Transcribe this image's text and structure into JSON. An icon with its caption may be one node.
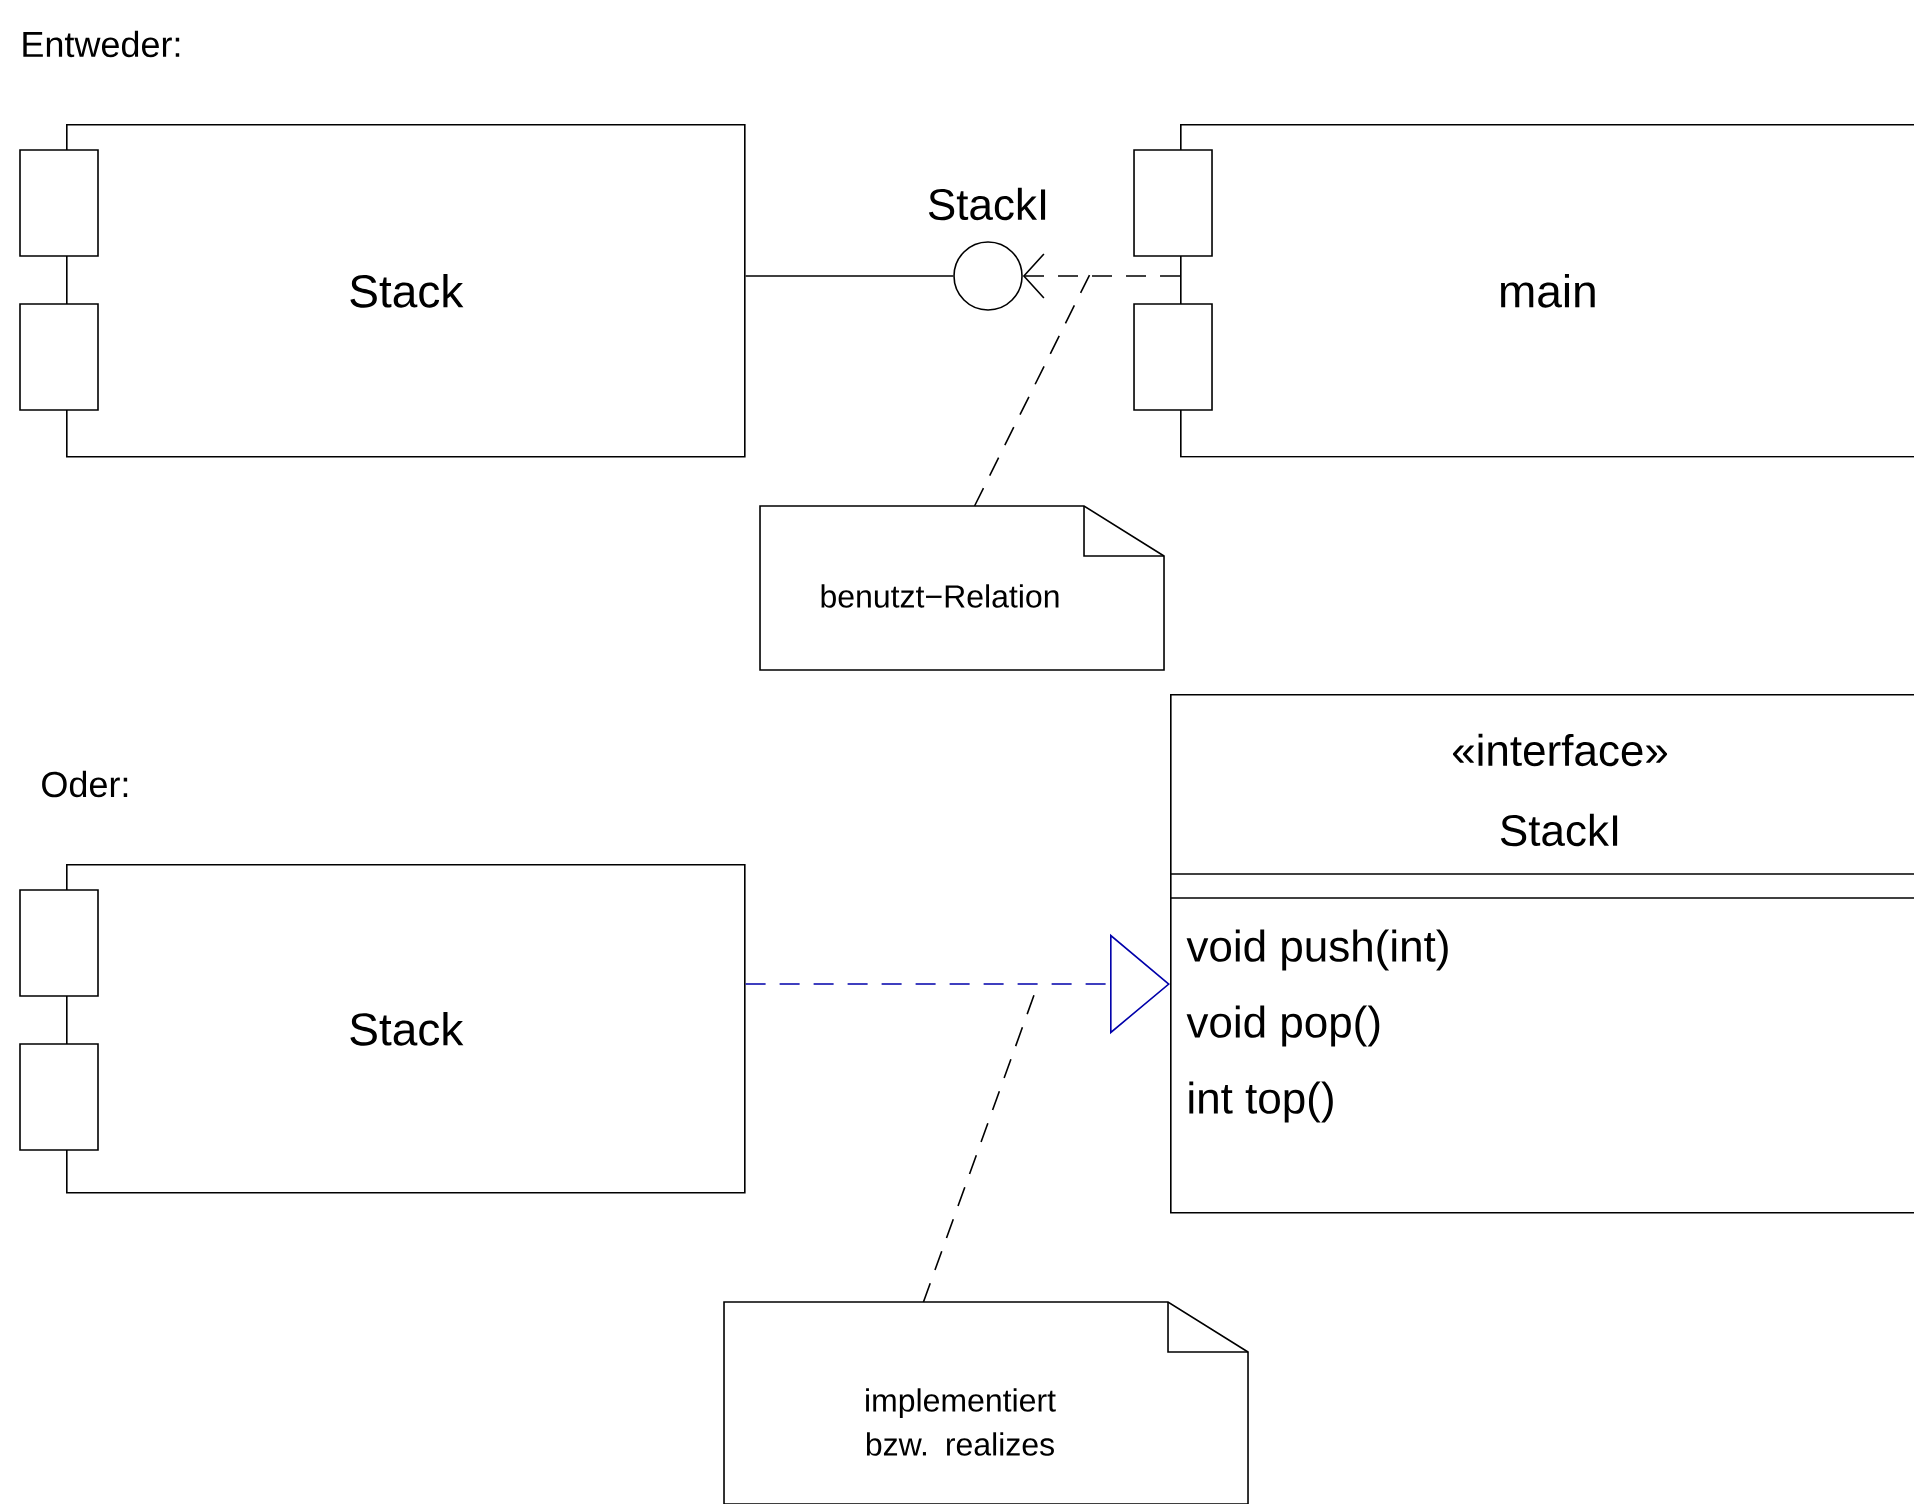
{
  "diagram": {
    "nodes": [
      {
        "text": [
          "Stack"
        ]
      },
      {
        "text": [],
        "shape": "circle",
        "beside": [
          "StackI"
        ]
      },
      {
        "text": [
          "main"
        ]
      },
      {
        "text": [
          "benutzt−Relation"
        ]
      },
      {
        "text": [
          "Stack"
        ]
      },
      {
        "text": [
          "«interface»",
          "StackI",
          "void push(int)",
          "void pop()",
          "int top()"
        ]
      },
      {
        "text": [
          "implementiert bzw. realizes"
        ]
      }
    ],
    "edges": [
      {
        "from": 0,
        "to": 1,
        "arrow": "none"
      },
      {
        "from": 2,
        "to": 1,
        "arrow": "to",
        "style": "dashed"
      },
      {
        "from": 3,
        "to": null,
        "arrow": "none",
        "style": "dashed"
      },
      {
        "from": 4,
        "to": 5,
        "arrow": "to",
        "style": "dashed",
        "color": "#0000aa"
      },
      {
        "from": 6,
        "to": null,
        "arrow": "none",
        "style": "dashed"
      }
    ],
    "labels": [
      "Entweder:",
      "Oder:"
    ]
  }
}
